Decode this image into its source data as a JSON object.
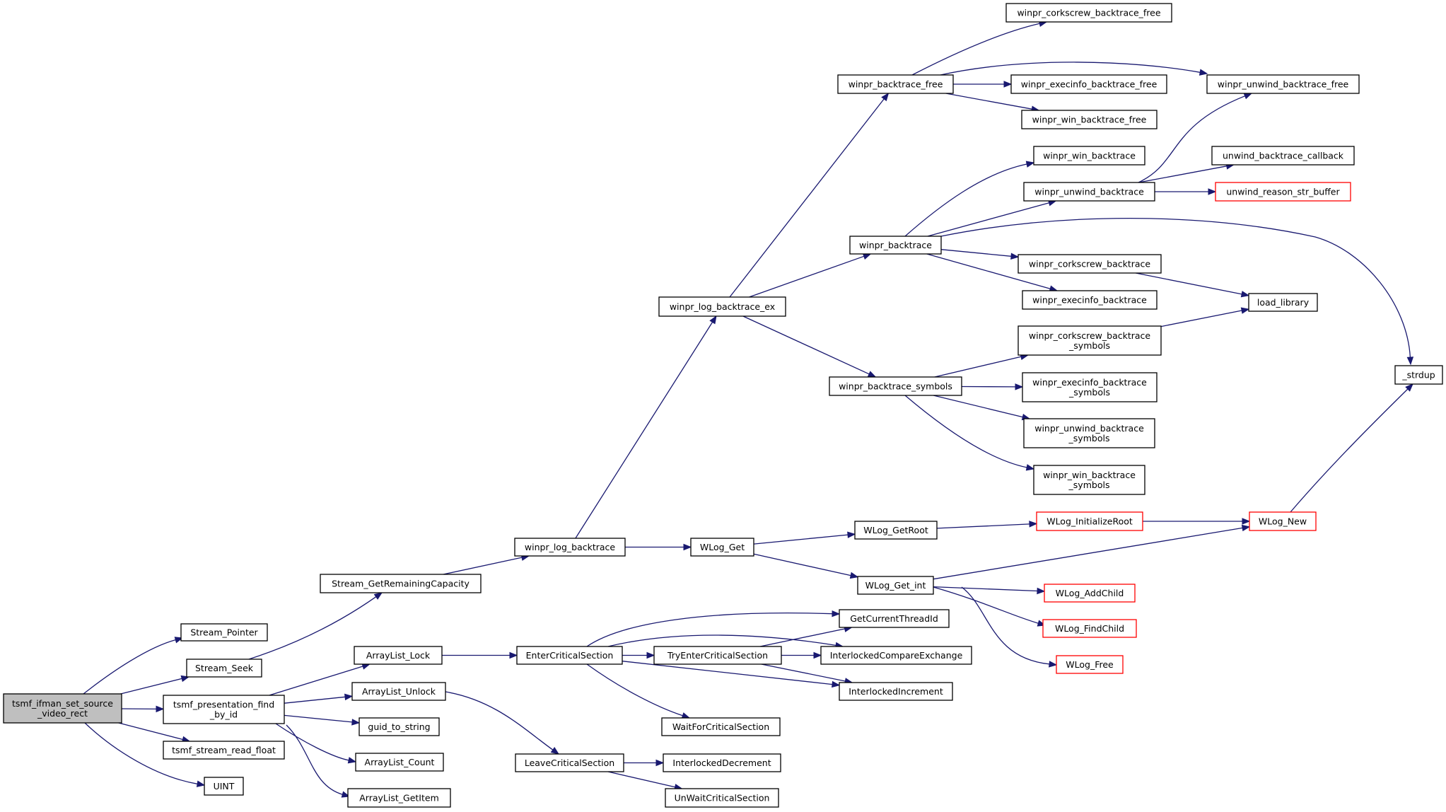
{
  "nodes": [
    {
      "id": "root",
      "lines": [
        "tsmf_ifman_set_source",
        "_video_rect"
      ],
      "root": true
    },
    {
      "id": "stream_pointer",
      "lines": [
        "Stream_Pointer"
      ]
    },
    {
      "id": "stream_seek",
      "lines": [
        "Stream_Seek"
      ]
    },
    {
      "id": "presentation_find",
      "lines": [
        "tsmf_presentation_find",
        "_by_id"
      ]
    },
    {
      "id": "stream_read_float",
      "lines": [
        "tsmf_stream_read_float"
      ]
    },
    {
      "id": "uint",
      "lines": [
        "UINT"
      ]
    },
    {
      "id": "stream_remaining",
      "lines": [
        "Stream_GetRemainingCapacity"
      ]
    },
    {
      "id": "arraylist_lock",
      "lines": [
        "ArrayList_Lock"
      ]
    },
    {
      "id": "arraylist_unlock",
      "lines": [
        "ArrayList_Unlock"
      ]
    },
    {
      "id": "guid_to_string",
      "lines": [
        "guid_to_string"
      ]
    },
    {
      "id": "arraylist_count",
      "lines": [
        "ArrayList_Count"
      ]
    },
    {
      "id": "arraylist_getitem",
      "lines": [
        "ArrayList_GetItem"
      ]
    },
    {
      "id": "winpr_log_backtrace",
      "lines": [
        "winpr_log_backtrace"
      ]
    },
    {
      "id": "enter_cs",
      "lines": [
        "EnterCriticalSection"
      ]
    },
    {
      "id": "leave_cs",
      "lines": [
        "LeaveCriticalSection"
      ]
    },
    {
      "id": "winpr_log_backtrace_ex",
      "lines": [
        "winpr_log_backtrace_ex"
      ]
    },
    {
      "id": "wlog_get",
      "lines": [
        "WLog_Get"
      ]
    },
    {
      "id": "try_enter_cs",
      "lines": [
        "TryEnterCriticalSection"
      ]
    },
    {
      "id": "wait_cs",
      "lines": [
        "WaitForCriticalSection"
      ]
    },
    {
      "id": "interlocked_decrement",
      "lines": [
        "InterlockedDecrement"
      ]
    },
    {
      "id": "unwait_cs",
      "lines": [
        "UnWaitCriticalSection"
      ]
    },
    {
      "id": "winpr_backtrace_free",
      "lines": [
        "winpr_backtrace_free"
      ]
    },
    {
      "id": "winpr_backtrace",
      "lines": [
        "winpr_backtrace"
      ]
    },
    {
      "id": "winpr_backtrace_symbols",
      "lines": [
        "winpr_backtrace_symbols"
      ]
    },
    {
      "id": "wlog_getroot",
      "lines": [
        "WLog_GetRoot"
      ]
    },
    {
      "id": "wlog_get_int",
      "lines": [
        "WLog_Get_int"
      ]
    },
    {
      "id": "get_current_thread_id",
      "lines": [
        "GetCurrentThreadId"
      ]
    },
    {
      "id": "interlocked_compare_exchange",
      "lines": [
        "InterlockedCompareExchange"
      ]
    },
    {
      "id": "interlocked_increment",
      "lines": [
        "InterlockedIncrement"
      ]
    },
    {
      "id": "corkscrew_backtrace_free",
      "lines": [
        "winpr_corkscrew_backtrace_free"
      ]
    },
    {
      "id": "execinfo_backtrace_free",
      "lines": [
        "winpr_execinfo_backtrace_free"
      ]
    },
    {
      "id": "win_backtrace_free",
      "lines": [
        "winpr_win_backtrace_free"
      ]
    },
    {
      "id": "win_backtrace",
      "lines": [
        "winpr_win_backtrace"
      ]
    },
    {
      "id": "unwind_backtrace",
      "lines": [
        "winpr_unwind_backtrace"
      ]
    },
    {
      "id": "corkscrew_backtrace",
      "lines": [
        "winpr_corkscrew_backtrace"
      ]
    },
    {
      "id": "execinfo_backtrace",
      "lines": [
        "winpr_execinfo_backtrace"
      ]
    },
    {
      "id": "corkscrew_backtrace_symbols",
      "lines": [
        "winpr_corkscrew_backtrace",
        "_symbols"
      ]
    },
    {
      "id": "execinfo_backtrace_symbols",
      "lines": [
        "winpr_execinfo_backtrace",
        "_symbols"
      ]
    },
    {
      "id": "unwind_backtrace_symbols",
      "lines": [
        "winpr_unwind_backtrace",
        "_symbols"
      ]
    },
    {
      "id": "win_backtrace_symbols",
      "lines": [
        "winpr_win_backtrace",
        "_symbols"
      ]
    },
    {
      "id": "wlog_initializeroot",
      "lines": [
        "WLog_InitializeRoot"
      ],
      "truncated": true
    },
    {
      "id": "wlog_addchild",
      "lines": [
        "WLog_AddChild"
      ],
      "truncated": true
    },
    {
      "id": "wlog_findchild",
      "lines": [
        "WLog_FindChild"
      ],
      "truncated": true
    },
    {
      "id": "wlog_free",
      "lines": [
        "WLog_Free"
      ],
      "truncated": true
    },
    {
      "id": "unwind_backtrace_free",
      "lines": [
        "winpr_unwind_backtrace_free"
      ]
    },
    {
      "id": "unwind_backtrace_callback",
      "lines": [
        "unwind_backtrace_callback"
      ]
    },
    {
      "id": "unwind_reason_str_buffer",
      "lines": [
        "unwind_reason_str_buffer"
      ],
      "truncated": true
    },
    {
      "id": "load_library",
      "lines": [
        "load_library"
      ]
    },
    {
      "id": "wlog_new",
      "lines": [
        "WLog_New"
      ],
      "truncated": true
    },
    {
      "id": "strdup",
      "lines": [
        "_strdup"
      ]
    }
  ],
  "edges": [
    [
      "root",
      "stream_pointer"
    ],
    [
      "root",
      "stream_seek"
    ],
    [
      "root",
      "presentation_find"
    ],
    [
      "root",
      "stream_read_float"
    ],
    [
      "root",
      "uint"
    ],
    [
      "stream_seek",
      "stream_remaining"
    ],
    [
      "presentation_find",
      "arraylist_lock"
    ],
    [
      "presentation_find",
      "arraylist_unlock"
    ],
    [
      "presentation_find",
      "guid_to_string"
    ],
    [
      "presentation_find",
      "arraylist_count"
    ],
    [
      "presentation_find",
      "arraylist_getitem"
    ],
    [
      "stream_remaining",
      "winpr_log_backtrace"
    ],
    [
      "arraylist_lock",
      "enter_cs"
    ],
    [
      "arraylist_unlock",
      "leave_cs"
    ],
    [
      "winpr_log_backtrace",
      "winpr_log_backtrace_ex"
    ],
    [
      "winpr_log_backtrace",
      "wlog_get"
    ],
    [
      "enter_cs",
      "get_current_thread_id"
    ],
    [
      "enter_cs",
      "interlocked_compare_exchange"
    ],
    [
      "enter_cs",
      "try_enter_cs"
    ],
    [
      "enter_cs",
      "interlocked_increment"
    ],
    [
      "enter_cs",
      "wait_cs"
    ],
    [
      "leave_cs",
      "interlocked_decrement"
    ],
    [
      "leave_cs",
      "unwait_cs"
    ],
    [
      "try_enter_cs",
      "get_current_thread_id"
    ],
    [
      "try_enter_cs",
      "interlocked_compare_exchange"
    ],
    [
      "try_enter_cs",
      "interlocked_increment"
    ],
    [
      "winpr_log_backtrace_ex",
      "winpr_backtrace_free"
    ],
    [
      "winpr_log_backtrace_ex",
      "winpr_backtrace"
    ],
    [
      "winpr_log_backtrace_ex",
      "winpr_backtrace_symbols"
    ],
    [
      "wlog_get",
      "wlog_getroot"
    ],
    [
      "wlog_get",
      "wlog_get_int"
    ],
    [
      "winpr_backtrace_free",
      "corkscrew_backtrace_free"
    ],
    [
      "winpr_backtrace_free",
      "unwind_backtrace_free"
    ],
    [
      "winpr_backtrace_free",
      "execinfo_backtrace_free"
    ],
    [
      "winpr_backtrace_free",
      "win_backtrace_free"
    ],
    [
      "winpr_backtrace",
      "win_backtrace"
    ],
    [
      "winpr_backtrace",
      "unwind_backtrace"
    ],
    [
      "winpr_backtrace",
      "strdup"
    ],
    [
      "winpr_backtrace",
      "corkscrew_backtrace"
    ],
    [
      "winpr_backtrace",
      "execinfo_backtrace"
    ],
    [
      "winpr_backtrace_symbols",
      "corkscrew_backtrace_symbols"
    ],
    [
      "winpr_backtrace_symbols",
      "execinfo_backtrace_symbols"
    ],
    [
      "winpr_backtrace_symbols",
      "unwind_backtrace_symbols"
    ],
    [
      "winpr_backtrace_symbols",
      "win_backtrace_symbols"
    ],
    [
      "unwind_backtrace",
      "unwind_backtrace_free"
    ],
    [
      "unwind_backtrace",
      "unwind_backtrace_callback"
    ],
    [
      "unwind_backtrace",
      "unwind_reason_str_buffer"
    ],
    [
      "corkscrew_backtrace",
      "load_library"
    ],
    [
      "corkscrew_backtrace_symbols",
      "load_library"
    ],
    [
      "wlog_getroot",
      "wlog_initializeroot"
    ],
    [
      "wlog_initializeroot",
      "wlog_new"
    ],
    [
      "wlog_get_int",
      "wlog_new"
    ],
    [
      "wlog_get_int",
      "wlog_addchild"
    ],
    [
      "wlog_get_int",
      "wlog_findchild"
    ],
    [
      "wlog_get_int",
      "wlog_free"
    ],
    [
      "wlog_new",
      "strdup"
    ]
  ]
}
